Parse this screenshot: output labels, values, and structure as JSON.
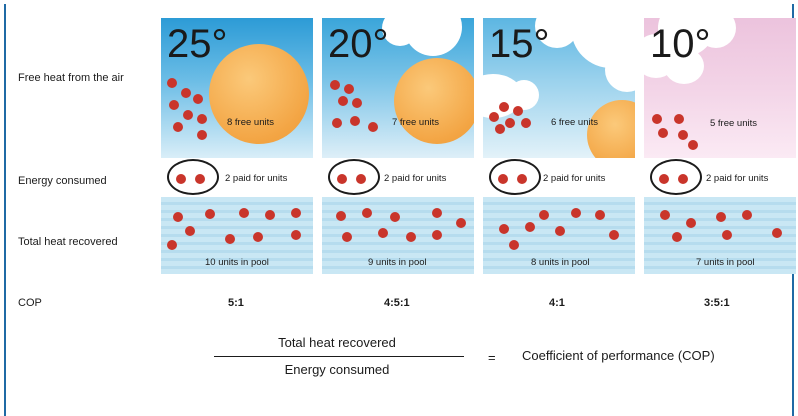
{
  "row_labels": {
    "free_heat": "Free heat from the air",
    "energy": "Energy consumed",
    "total": "Total heat recovered",
    "cop": "COP"
  },
  "panels": [
    {
      "temperature": "25°",
      "free_units": "8 free units",
      "paid_units": "2 paid for units",
      "pool_units": "10 units in pool",
      "cop": "5:1",
      "free_count": 8,
      "pool_count": 10
    },
    {
      "temperature": "20°",
      "free_units": "7 free units",
      "paid_units": "2 paid for units",
      "pool_units": "9 units in pool",
      "cop": "4:5:1",
      "free_count": 7,
      "pool_count": 9
    },
    {
      "temperature": "15°",
      "free_units": "6 free units",
      "paid_units": "2 paid for units",
      "pool_units": "8 units in pool",
      "cop": "4:1",
      "free_count": 6,
      "pool_count": 8
    },
    {
      "temperature": "10°",
      "free_units": "5 free units",
      "paid_units": "2 paid for units",
      "pool_units": "7 units in pool",
      "cop": "3:5:1",
      "free_count": 5,
      "pool_count": 7
    }
  ],
  "formula": {
    "numerator": "Total heat recovered",
    "denominator": "Energy consumed",
    "equals": "=",
    "result": "Coefficient of performance (COP)"
  },
  "colors": {
    "unit_dot": "#c9352b",
    "sky_warm": "#2f9fd8",
    "sky_cool": "#f1c9e0",
    "sun": "#f3a544",
    "pool": "#c9e7f4",
    "frame": "#1f6aa5"
  }
}
